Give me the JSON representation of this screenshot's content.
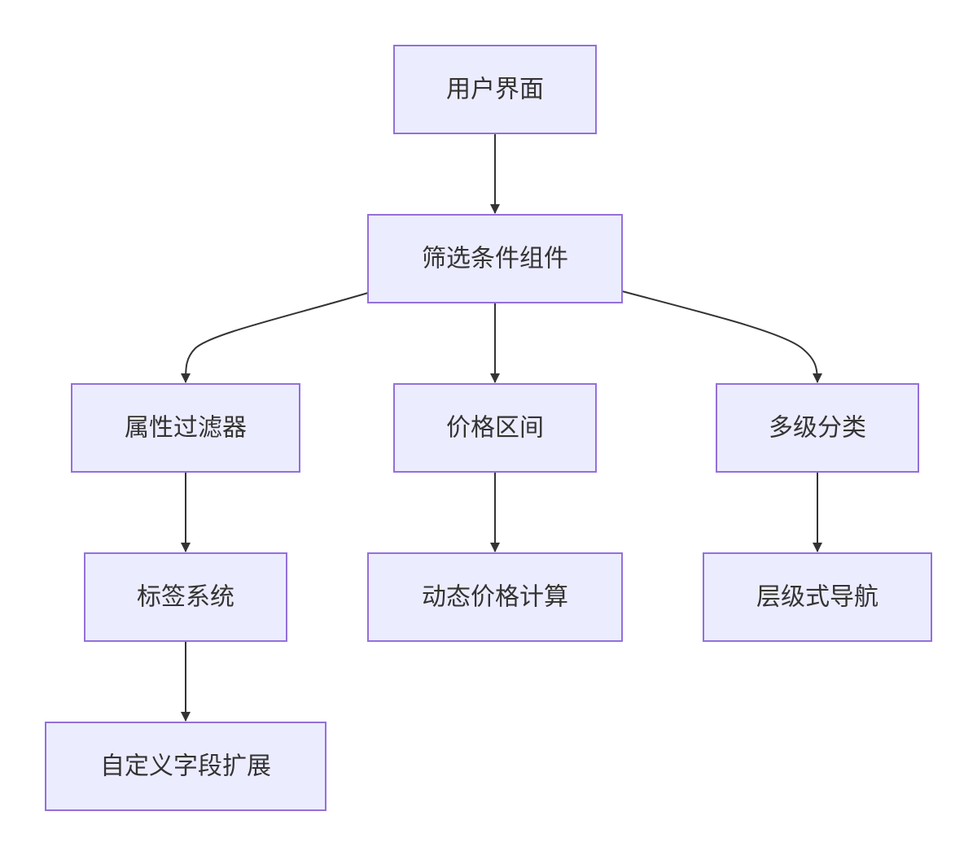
{
  "diagram": {
    "type": "flowchart",
    "direction": "top-down",
    "colors": {
      "node_fill": "#ECECFF",
      "node_border": "#9370DB",
      "edge": "#333333",
      "text": "#333333"
    },
    "nodes": [
      {
        "id": "ui",
        "label": "用户界面"
      },
      {
        "id": "filter",
        "label": "筛选条件组件"
      },
      {
        "id": "attr",
        "label": "属性过滤器"
      },
      {
        "id": "price",
        "label": "价格区间"
      },
      {
        "id": "category",
        "label": "多级分类"
      },
      {
        "id": "tags",
        "label": "标签系统"
      },
      {
        "id": "dynprice",
        "label": "动态价格计算"
      },
      {
        "id": "hiernav",
        "label": "层级式导航"
      },
      {
        "id": "custom",
        "label": "自定义字段扩展"
      }
    ],
    "edges": [
      {
        "from": "ui",
        "to": "filter"
      },
      {
        "from": "filter",
        "to": "attr"
      },
      {
        "from": "filter",
        "to": "price"
      },
      {
        "from": "filter",
        "to": "category"
      },
      {
        "from": "attr",
        "to": "tags"
      },
      {
        "from": "price",
        "to": "dynprice"
      },
      {
        "from": "category",
        "to": "hiernav"
      },
      {
        "from": "tags",
        "to": "custom"
      }
    ]
  }
}
